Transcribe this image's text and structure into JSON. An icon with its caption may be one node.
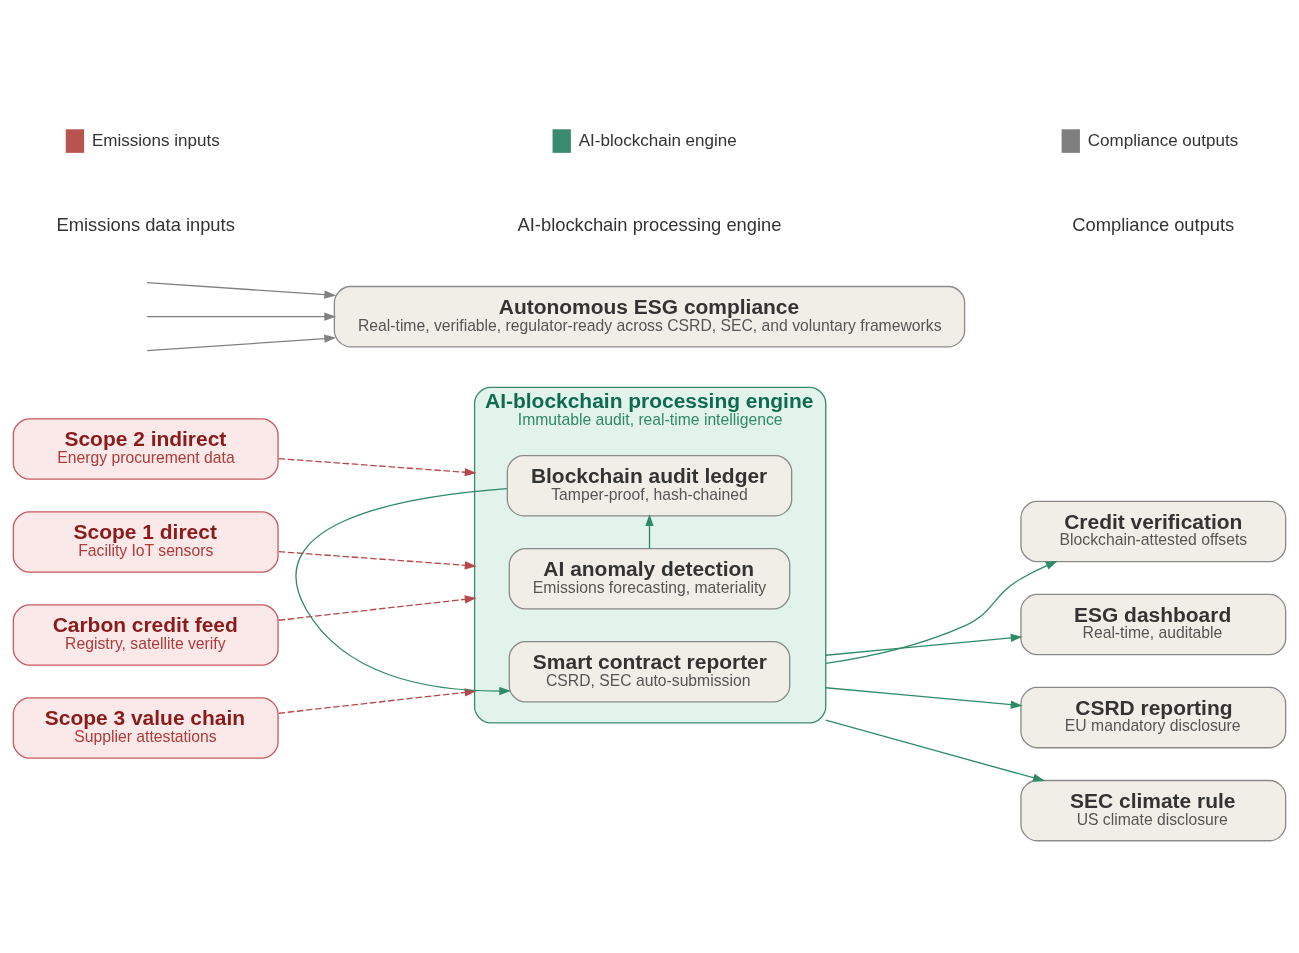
{
  "diagram": {
    "nodes": [
      {
        "text": [
          "Scope 1 direct",
          "Facility IoT sensors"
        ]
      },
      {
        "text": [
          "Scope 2 indirect",
          "Energy procurement data"
        ]
      },
      {
        "text": [
          "Scope 3 value chain",
          "Supplier attestations"
        ]
      },
      {
        "text": [
          "Carbon credit feed",
          "Registry, satellite verify"
        ]
      },
      {
        "text": [
          "AI-blockchain processing engine",
          "Immutable audit, real-time intelligence"
        ]
      },
      {
        "text": [
          "AI anomaly detection",
          "Emissions forecasting, materiality"
        ],
        "in": 4
      },
      {
        "text": [
          "Blockchain audit ledger",
          "Tamper-proof, hash-chained"
        ],
        "in": 4
      },
      {
        "text": [
          "Smart contract reporter",
          "CSRD, SEC auto-submission"
        ],
        "in": 4
      },
      {
        "text": [
          "CSRD reporting",
          "EU mandatory disclosure"
        ]
      },
      {
        "text": [
          "SEC climate rule",
          "US climate disclosure"
        ]
      },
      {
        "text": [
          "Credit verification",
          "Blockchain-attested offsets"
        ]
      },
      {
        "text": [
          "ESG dashboard",
          "Real-time, auditable"
        ]
      },
      {
        "text": [
          "Autonomous ESG compliance",
          "Real-time, verifiable, regulator-ready across CSRD, SEC, and voluntary frameworks"
        ]
      }
    ],
    "edges": [
      {
        "from": 0,
        "to": 4,
        "arrow": "to",
        "style": "dashed",
        "color": "#b5484b"
      },
      {
        "from": 1,
        "to": 4,
        "arrow": "to",
        "style": "dashed",
        "color": "#b5484b"
      },
      {
        "from": 2,
        "to": 4,
        "arrow": "to",
        "style": "dashed",
        "color": "#b5484b"
      },
      {
        "from": 3,
        "to": 4,
        "arrow": "to",
        "style": "dashed",
        "color": "#b5484b"
      },
      {
        "from": 5,
        "to": 6,
        "arrow": "to"
      },
      {
        "from": 6,
        "to": 7,
        "arrow": "to"
      },
      {
        "from": 4,
        "to": 8,
        "arrow": "to"
      },
      {
        "from": 4,
        "to": 9,
        "arrow": "to"
      },
      {
        "from": 4,
        "to": 10,
        "arrow": "to"
      },
      {
        "from": 4,
        "to": 11,
        "arrow": "to"
      },
      {
        "from": null,
        "to": 12,
        "arrow": "to",
        "color": "#808080"
      },
      {
        "from": null,
        "to": 12,
        "arrow": "to",
        "color": "#808080"
      },
      {
        "from": null,
        "to": 12,
        "arrow": "to",
        "color": "#808080"
      }
    ],
    "labels": [
      "Emissions data inputs",
      "AI-blockchain processing engine",
      "Compliance outputs"
    ],
    "legend": [
      {
        "text": "Emissions inputs",
        "color": "#b85450"
      },
      {
        "text": "AI-blockchain engine",
        "color": "#3a8a70"
      },
      {
        "text": "Compliance outputs",
        "color": "#7f7f7f"
      }
    ]
  }
}
